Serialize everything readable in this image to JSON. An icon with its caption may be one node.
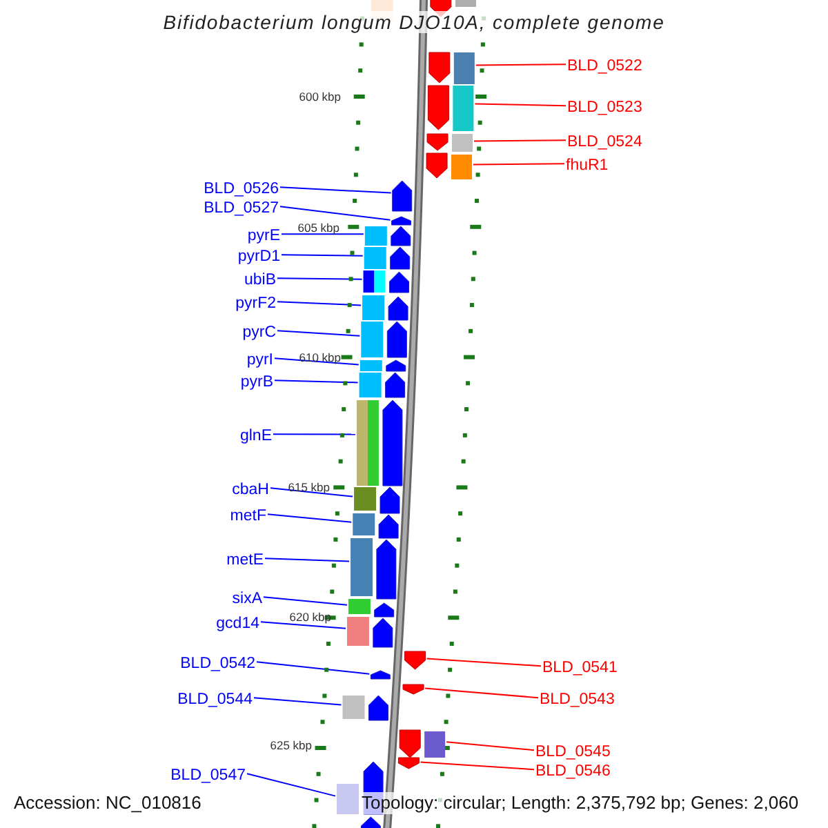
{
  "diagram": {
    "title": "Bifidobacterium longum DJO10A, complete genome",
    "nodes": [
      {
        "text": [
          "BLD_0522"
        ]
      },
      {
        "text": [
          "BLD_0523"
        ]
      },
      {
        "text": [
          "BLD_0524"
        ]
      },
      {
        "text": [
          "fhuR1"
        ]
      },
      {
        "text": [
          "BLD_0526"
        ]
      },
      {
        "text": [
          "BLD_0527"
        ]
      },
      {
        "text": [
          "pyrE"
        ]
      },
      {
        "text": [
          "pyrD1"
        ]
      },
      {
        "text": [
          "ubiB"
        ]
      },
      {
        "text": [
          "pyrF2"
        ]
      },
      {
        "text": [
          "pyrC"
        ]
      },
      {
        "text": [
          "pyrI"
        ]
      },
      {
        "text": [
          "pyrB"
        ]
      },
      {
        "text": [
          "glnE"
        ]
      },
      {
        "text": [
          "cbaH"
        ]
      },
      {
        "text": [
          "metF"
        ]
      },
      {
        "text": [
          "metE"
        ]
      },
      {
        "text": [
          "sixA"
        ]
      },
      {
        "text": [
          "gcd14"
        ]
      },
      {
        "text": [
          "BLD_0542"
        ]
      },
      {
        "text": [
          "BLD_0541"
        ]
      },
      {
        "text": [
          "BLD_0544"
        ]
      },
      {
        "text": [
          "BLD_0543"
        ]
      },
      {
        "text": [
          "BLD_0545"
        ]
      },
      {
        "text": [
          "BLD_0546"
        ]
      },
      {
        "text": [
          "BLD_0547"
        ]
      },
      {
        "text": [],
        "shape": "box"
      },
      {
        "text": [],
        "shape": "box"
      },
      {
        "text": [],
        "shape": "box"
      },
      {
        "text": [],
        "shape": "box"
      },
      {
        "text": [],
        "shape": "box"
      },
      {
        "text": [],
        "shape": "box"
      },
      {
        "text": [],
        "shape": "box"
      },
      {
        "text": [],
        "shape": "box"
      },
      {
        "text": [],
        "shape": "box"
      },
      {
        "text": [],
        "shape": "box"
      },
      {
        "text": [],
        "shape": "box"
      },
      {
        "text": [],
        "shape": "box"
      },
      {
        "text": [],
        "shape": "box"
      },
      {
        "text": [],
        "shape": "box"
      },
      {
        "text": [],
        "shape": "box"
      },
      {
        "text": [],
        "shape": "box"
      },
      {
        "text": [],
        "shape": "box"
      },
      {
        "text": [],
        "shape": "box"
      },
      {
        "text": [],
        "shape": "box"
      },
      {
        "text": [],
        "shape": "box"
      },
      {
        "text": [],
        "shape": "box"
      },
      {
        "text": [],
        "shape": "box"
      },
      {
        "text": [],
        "shape": "box"
      },
      {
        "text": [],
        "shape": "box"
      },
      {
        "text": [],
        "shape": "box"
      },
      {
        "text": [],
        "shape": "box"
      },
      {
        "text": [],
        "shape": "box"
      },
      {
        "text": [],
        "shape": "box"
      },
      {
        "text": [],
        "shape": "box"
      },
      {
        "text": [],
        "shape": "box"
      },
      {
        "text": [],
        "shape": "box"
      },
      {
        "text": [],
        "shape": "box"
      },
      {
        "text": [],
        "shape": "box"
      },
      {
        "text": [],
        "shape": "box"
      },
      {
        "text": [],
        "shape": "box"
      },
      {
        "text": [],
        "shape": "box"
      },
      {
        "text": [],
        "shape": "box"
      },
      {
        "text": [],
        "shape": "box"
      },
      {
        "text": [],
        "shape": "box"
      },
      {
        "text": [],
        "shape": "box"
      },
      {
        "text": [],
        "shape": "box"
      },
      {
        "text": [],
        "shape": "box"
      },
      {
        "text": [],
        "shape": "box"
      },
      {
        "text": [],
        "shape": "box"
      },
      {
        "text": [],
        "shape": "box"
      },
      {
        "text": [],
        "shape": "box"
      },
      {
        "text": [],
        "shape": "box"
      },
      {
        "text": [],
        "shape": "box"
      },
      {
        "text": [],
        "shape": "box"
      },
      {
        "text": [],
        "shape": "box"
      }
    ],
    "edges": [
      {
        "from": 0,
        "to": 26,
        "arrow": "none",
        "color": "#ff0000"
      },
      {
        "from": 1,
        "to": 27,
        "arrow": "none",
        "color": "#ff0000"
      },
      {
        "from": 2,
        "to": 28,
        "arrow": "none",
        "color": "#ff0000"
      },
      {
        "from": 3,
        "to": 29,
        "arrow": "none",
        "color": "#ff0000"
      },
      {
        "from": 4,
        "to": 30,
        "arrow": "none"
      },
      {
        "from": 5,
        "to": 31,
        "arrow": "none"
      },
      {
        "from": 6,
        "to": 32,
        "arrow": "none"
      },
      {
        "from": 7,
        "to": 33,
        "arrow": "none"
      },
      {
        "from": 8,
        "to": 34,
        "arrow": "none"
      },
      {
        "from": 9,
        "to": 35,
        "arrow": "none"
      },
      {
        "from": 10,
        "to": 36,
        "arrow": "none"
      },
      {
        "from": 11,
        "to": 37,
        "arrow": "none"
      },
      {
        "from": 12,
        "to": 38,
        "arrow": "none"
      },
      {
        "from": 13,
        "to": 39,
        "arrow": "none"
      },
      {
        "from": 14,
        "to": 40,
        "arrow": "none"
      },
      {
        "from": 15,
        "to": 41,
        "arrow": "none"
      },
      {
        "from": 16,
        "to": 42,
        "arrow": "none"
      },
      {
        "from": 17,
        "to": 43,
        "arrow": "none"
      },
      {
        "from": 18,
        "to": 44,
        "arrow": "none"
      },
      {
        "from": 19,
        "to": 45,
        "arrow": "none"
      },
      {
        "from": 20,
        "to": 46,
        "arrow": "none",
        "color": "#ff0000"
      },
      {
        "from": 21,
        "to": 47,
        "arrow": "none"
      },
      {
        "from": 22,
        "to": 48,
        "arrow": "none",
        "color": "#ff0000"
      },
      {
        "from": 23,
        "to": 49,
        "arrow": "none",
        "color": "#ff0000"
      },
      {
        "from": 24,
        "to": 50,
        "arrow": "none",
        "color": "#ff0000"
      },
      {
        "from": 25,
        "to": 51,
        "arrow": "none"
      }
    ],
    "labels": [
      "600 kbp",
      "605 kbp",
      "610 kbp",
      "615 kbp",
      "620 kbp",
      "625 kbp",
      "Accession: NC_010816",
      "Topology: circular; Length: 2,375,792 bp; Genes: 2,060"
    ]
  }
}
